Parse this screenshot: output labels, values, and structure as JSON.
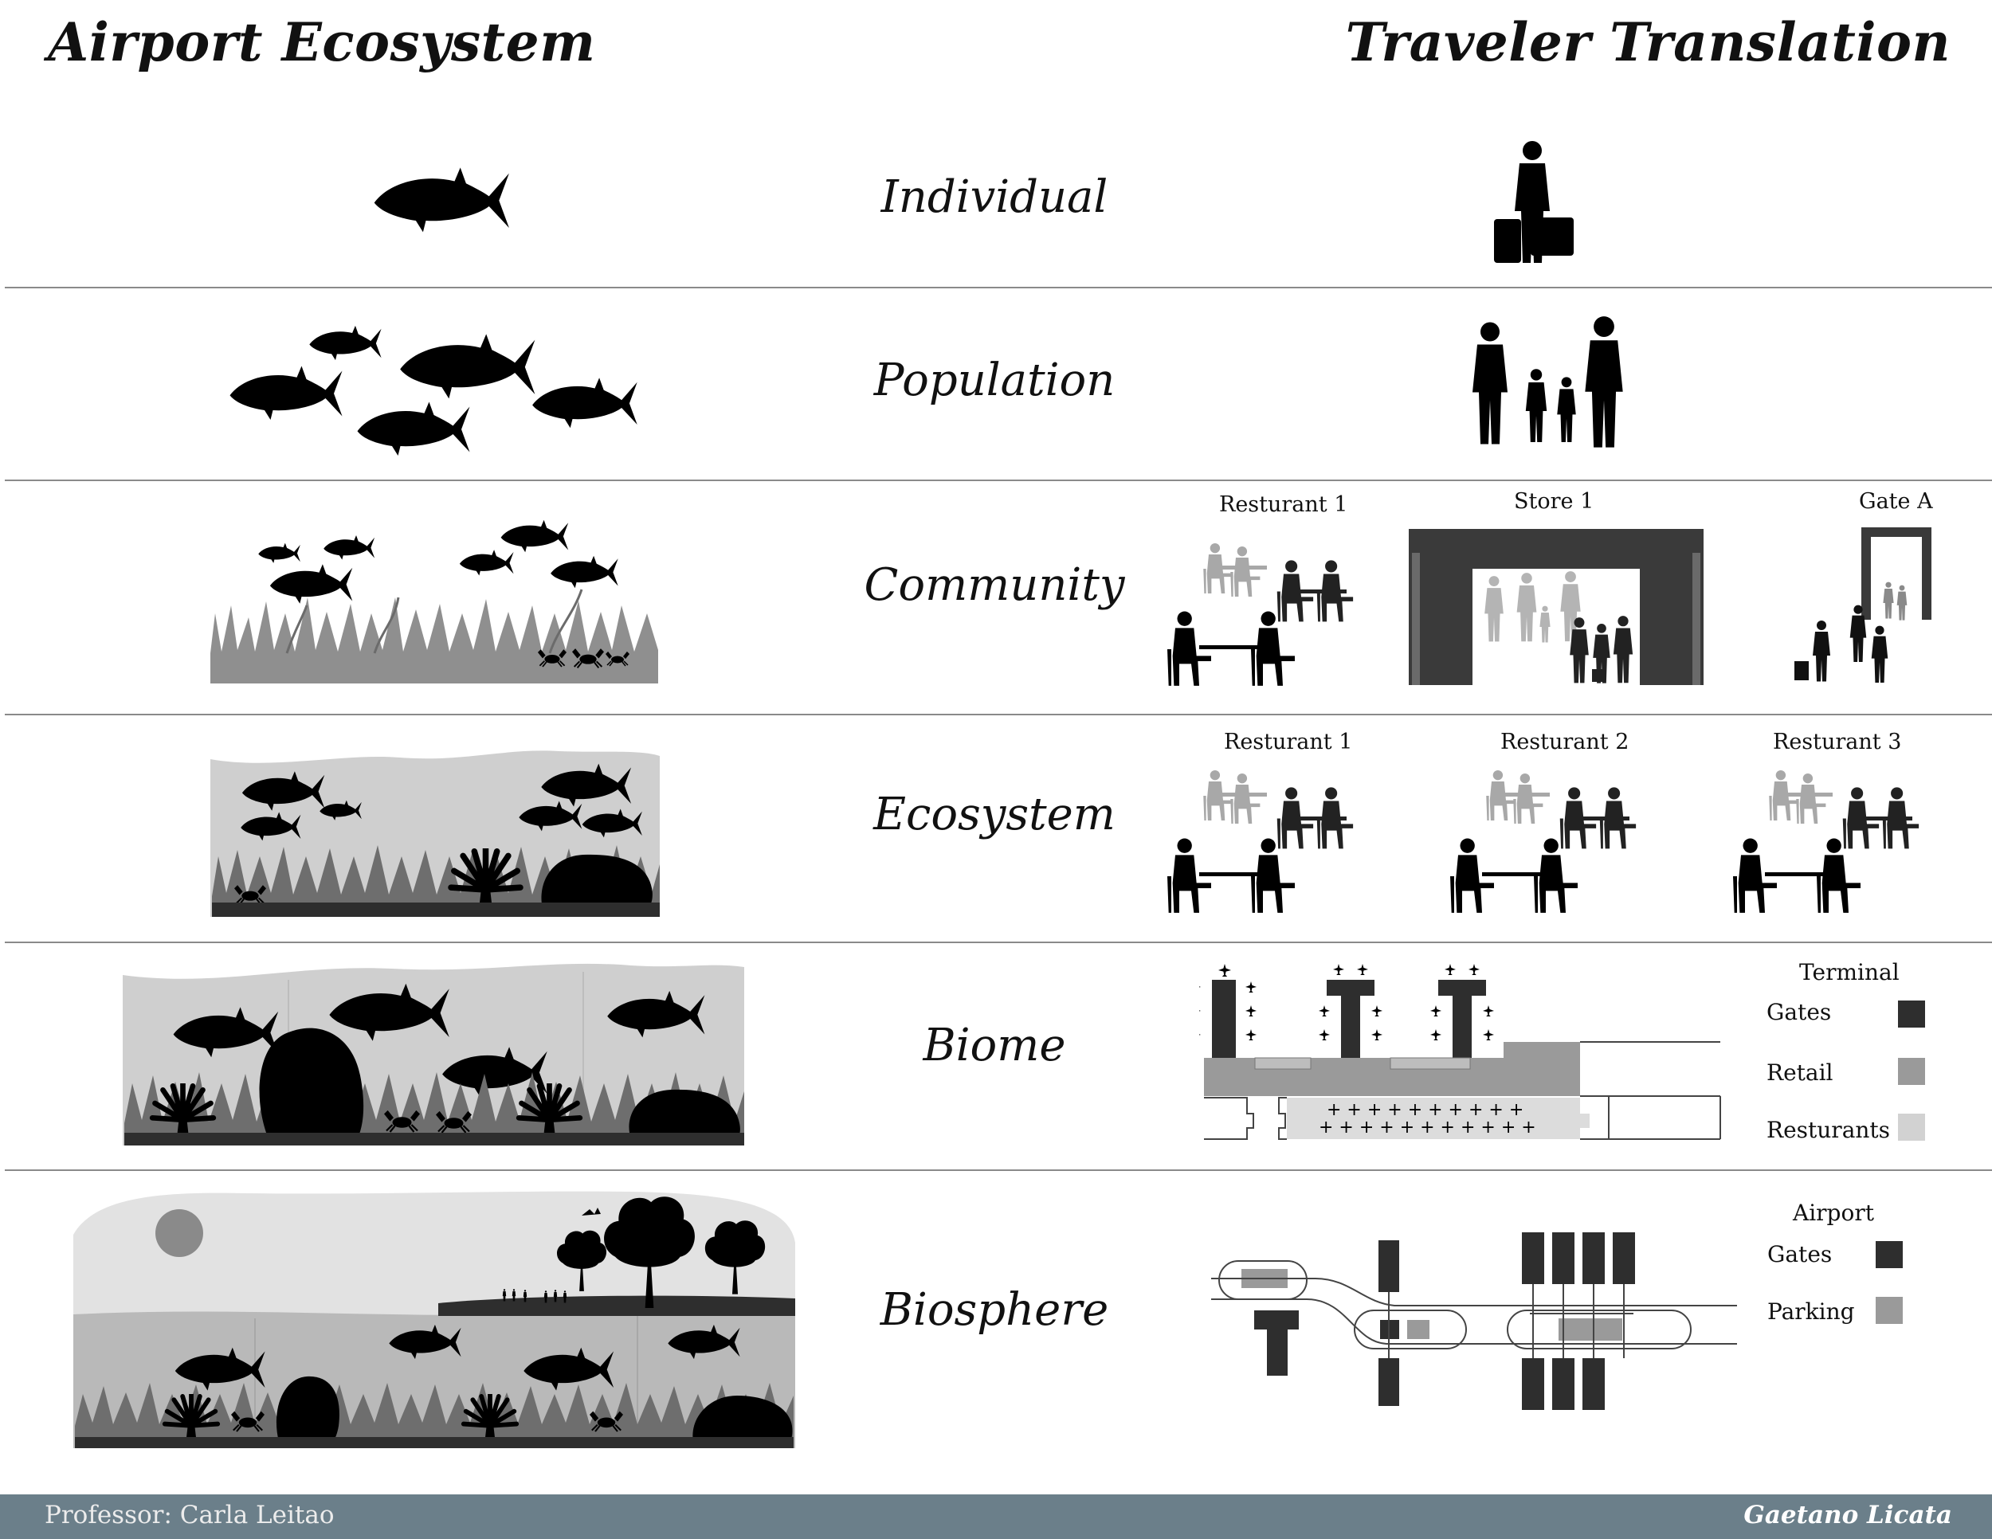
{
  "headers": {
    "left": "Airport Ecosystem",
    "right": "Traveler Translation"
  },
  "levels": [
    "Individual",
    "Population",
    "Community",
    "Ecosystem",
    "Biome",
    "Biosphere"
  ],
  "community_labels": [
    "Resturant 1",
    "Store 1",
    "Gate A"
  ],
  "ecosystem_labels": [
    "Resturant 1",
    "Resturant 2",
    "Resturant 3"
  ],
  "biome_legend": {
    "title": "Terminal",
    "items": [
      {
        "label": "Gates",
        "color": "#2e2e2e"
      },
      {
        "label": "Retail",
        "color": "#9a9a9a"
      },
      {
        "label": "Resturants",
        "color": "#d2d2d2"
      }
    ]
  },
  "biosphere_legend": {
    "title": "Airport",
    "items": [
      {
        "label": "Gates",
        "color": "#2e2e2e"
      },
      {
        "label": "Parking",
        "color": "#9a9a9a"
      }
    ]
  },
  "footer": {
    "professor": "Professor: Carla Leitao",
    "author": "Gaetano Licata"
  }
}
